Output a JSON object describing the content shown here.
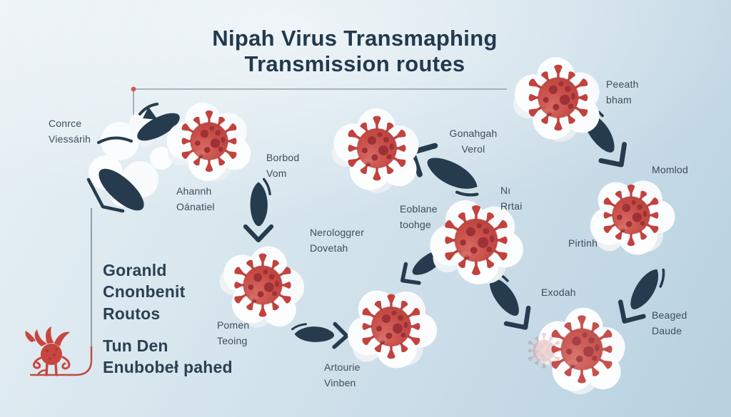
{
  "title": {
    "line1": "Nipah Virus Transmaphing",
    "line2": "Transmission routes"
  },
  "labels": {
    "conrce": "Conrce\nViessárih",
    "ahannh": "Ahannh\nOánatiel",
    "borbod": "Borbod\nVom",
    "gonahgah": "Gonahgah\nVerol",
    "ni_rrtai": "Nı\nRrtai",
    "eoblane": "Eoblane\ntoohge",
    "nerologgrer": "Nerologgrer\nDovetah",
    "peeath": "Peeath\nbham",
    "momlod": "Momlod",
    "pirtinh": "Pirtinh",
    "beaged": "Beaged\nDaude",
    "exodah": "Exodah",
    "pomen": "Pomen\nTeoing",
    "artourie": "Artourie\nVinben",
    "goranld": "Goranld\nCnonbenit\nRoutos",
    "tun_den": "Tun Den\nEnubobeł pahed"
  },
  "icons": {
    "virus": "virus-icon",
    "cloud": "cloud-icon",
    "arrow": "arrow-icon",
    "bat": "bat-icon",
    "doodle": "virus-doodle-icon"
  },
  "colors": {
    "background_top": "#e9f1f6",
    "background_bottom": "#b7d1df",
    "virus_red": "#c74c46",
    "virus_spot": "#9e3136",
    "arrow_navy": "#263c4e",
    "cloud_white": "#fcfdfe",
    "accent_red_line": "#bf4a42",
    "title_navy": "#23394e",
    "label_gray": "#3d4c59"
  }
}
